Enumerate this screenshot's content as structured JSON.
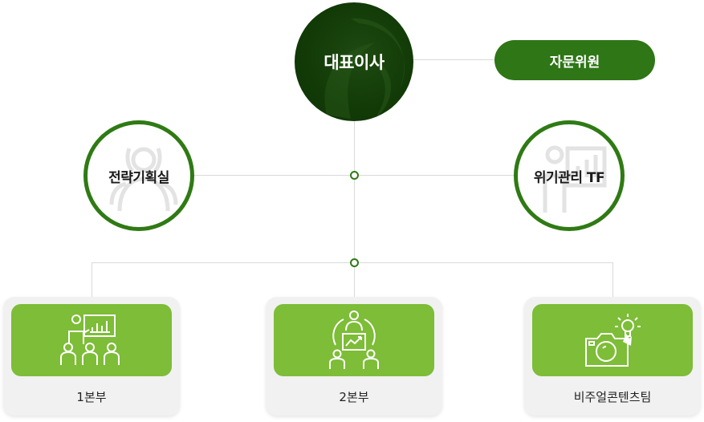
{
  "ceo": {
    "label": "대표이사"
  },
  "advisor": {
    "label": "자문위원"
  },
  "left_unit": {
    "label": "전략기획실"
  },
  "right_unit": {
    "label": "위기관리 TF"
  },
  "divisions": [
    {
      "label": "1본부",
      "icon": "presentation-team-icon"
    },
    {
      "label": "2본부",
      "icon": "meeting-chart-icon"
    },
    {
      "label": "비주얼콘텐츠팀",
      "icon": "camera-idea-icon"
    }
  ],
  "colors": {
    "dark_green": "#123b07",
    "mid_green": "#2e7616",
    "light_green": "#7dbd37",
    "connector": "#d9d9d9"
  }
}
